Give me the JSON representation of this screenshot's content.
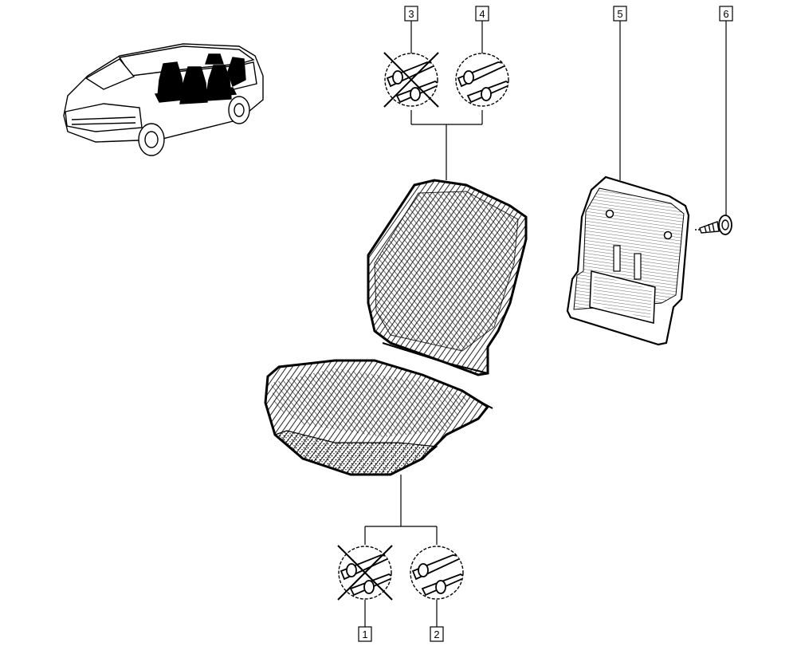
{
  "callouts": {
    "c1": "1",
    "c2": "2",
    "c3": "3",
    "c4": "4",
    "c5": "5",
    "c6": "6"
  },
  "colors": {
    "ink": "#000000",
    "paper": "#ffffff",
    "hatch": "#222222"
  },
  "icons": {
    "vehicle": "minivan-locator-icon",
    "seat_back": "seat-back-foam-icon",
    "seat_cushion": "seat-cushion-foam-icon",
    "back_panel": "seat-back-panel-icon",
    "screw": "screw-icon",
    "detail": "wire-clip-detail-icon",
    "crossed": "crossed-out-icon"
  }
}
